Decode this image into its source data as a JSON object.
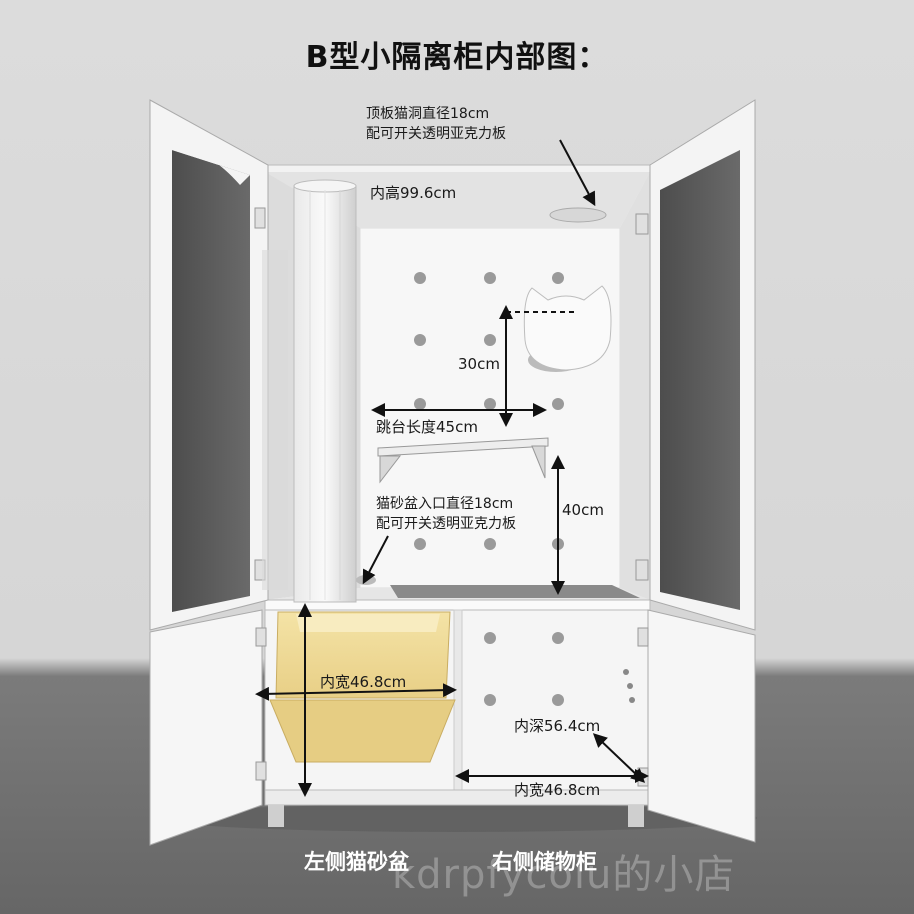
{
  "title": "B型小隔离柜内部图：",
  "annotations": {
    "top_hole_line1": "顶板猫洞直径18cm",
    "top_hole_line2": "配可开关透明亚克力板",
    "inner_height": "内高99.6cm",
    "dim_30": "30cm",
    "platform_length": "跳台长度45cm",
    "litter_line1": "猫砂盆入口直径18cm",
    "litter_line2": "配可开关透明亚克力板",
    "dim_40": "40cm",
    "left_inner_width": "内宽46.8cm",
    "inner_depth": "内深56.4cm",
    "right_inner_width": "内宽46.8cm"
  },
  "bottom_labels": {
    "left": "左侧猫砂盆",
    "right": "右侧储物柜"
  },
  "watermark": "kdrpfycoiu的小店"
}
